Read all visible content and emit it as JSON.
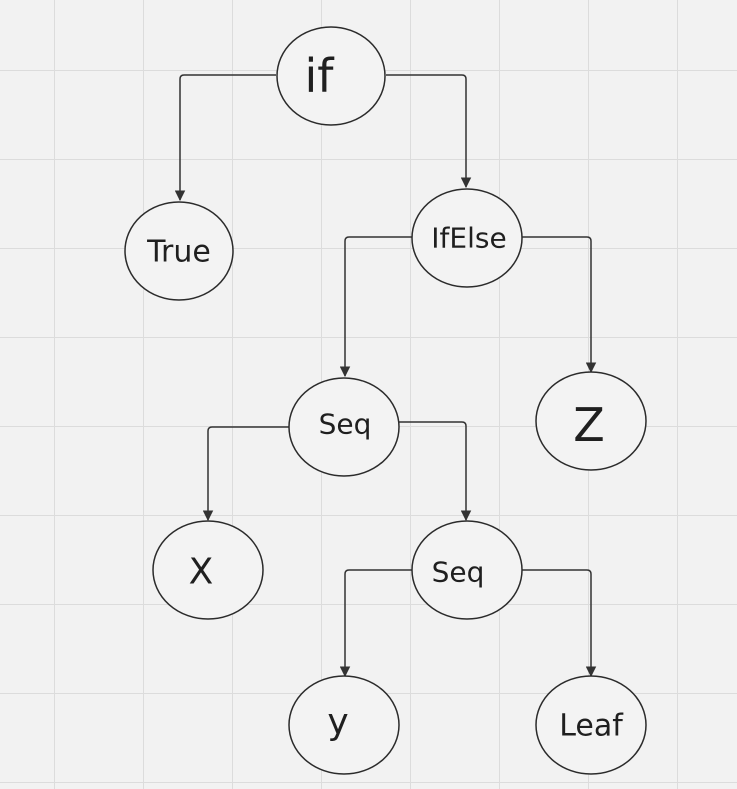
{
  "diagram": {
    "nodes": {
      "if": "if",
      "true": "True",
      "ifelse": "IfElse",
      "seq1": "Seq",
      "z": "Z",
      "x": "X",
      "seq2": "Seq",
      "y": "y",
      "leaf": "Leaf"
    },
    "edges": [
      {
        "from": "if",
        "to": "true"
      },
      {
        "from": "if",
        "to": "ifelse"
      },
      {
        "from": "ifelse",
        "to": "seq1"
      },
      {
        "from": "ifelse",
        "to": "z"
      },
      {
        "from": "seq1",
        "to": "x"
      },
      {
        "from": "seq1",
        "to": "seq2"
      },
      {
        "from": "seq2",
        "to": "y"
      },
      {
        "from": "seq2",
        "to": "leaf"
      }
    ]
  }
}
